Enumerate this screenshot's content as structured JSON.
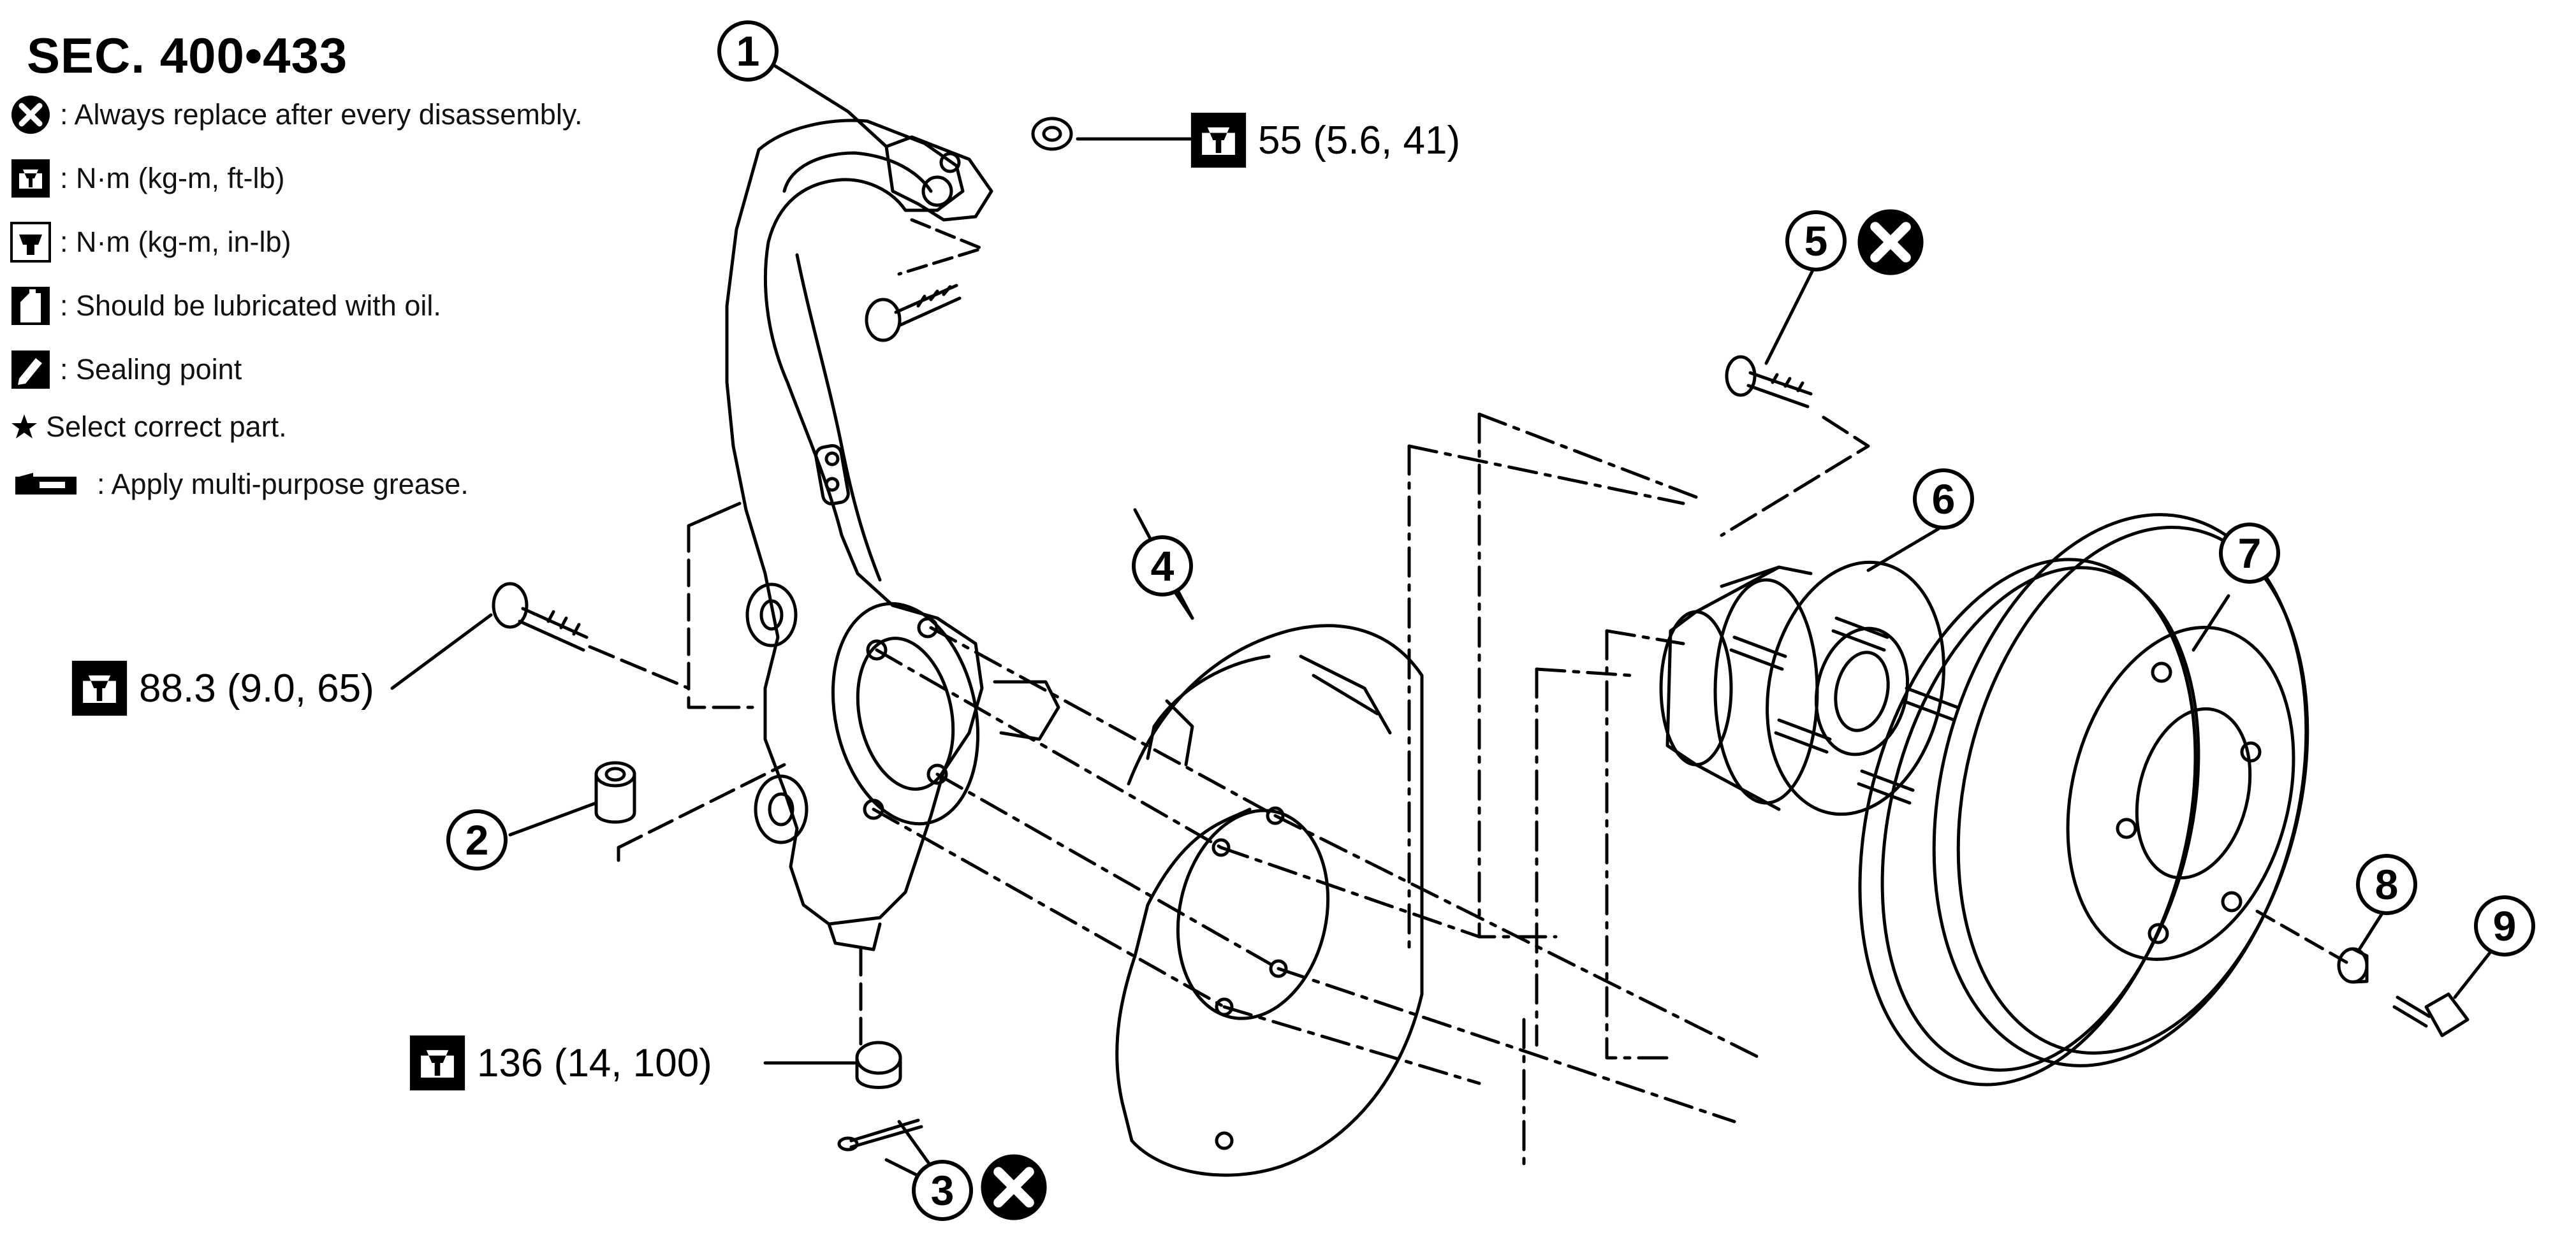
{
  "section": {
    "title": "SEC. 400•433"
  },
  "legend": [
    {
      "icon": "replace-x-icon",
      "text": ": Always replace after every disassembly."
    },
    {
      "icon": "torque-wrench-ftlb-icon",
      "text": ": N·m (kg-m, ft-lb)"
    },
    {
      "icon": "torque-wrench-inlb-icon",
      "text": ": N·m (kg-m, in-lb)"
    },
    {
      "icon": "oil-can-icon",
      "text": ": Should be lubricated with oil."
    },
    {
      "icon": "sealing-point-icon",
      "text": ": Sealing point"
    },
    {
      "icon": "star-icon",
      "text": "Select correct part."
    },
    {
      "icon": "grease-tube-icon",
      "text": ": Apply multi-purpose grease."
    }
  ],
  "torques": {
    "upper_nut": "55 (5.6, 41)",
    "knuckle_bolt": "88.3 (9.0, 65)",
    "lower_nut": "136 (14, 100)"
  },
  "parts": {
    "p1": "1",
    "p2": "2",
    "p3": "3",
    "p4": "4",
    "p5": "5",
    "p6": "6",
    "p7": "7",
    "p8": "8",
    "p9": "9"
  },
  "colors": {
    "line": "#000000",
    "background": "#ffffff"
  }
}
